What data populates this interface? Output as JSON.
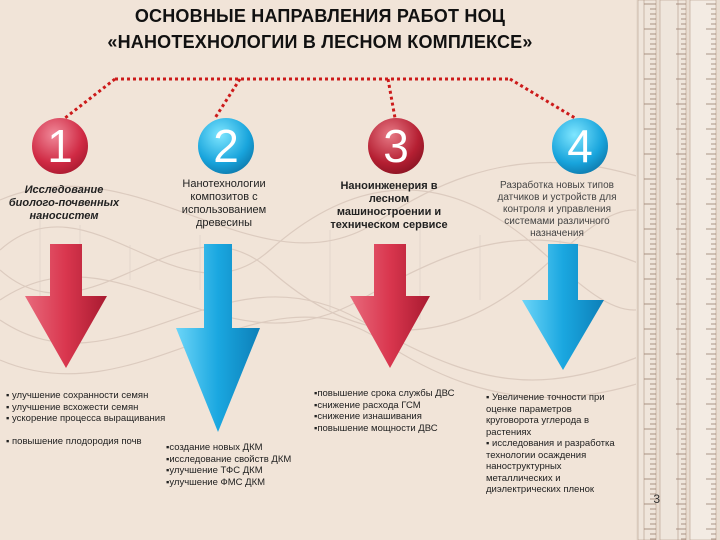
{
  "title": {
    "line1": "ОСНОВНЫЕ НАПРАВЛЕНИЯ РАБОТ НОЦ",
    "line2": "«НАНОТЕХНОЛОГИИ В ЛЕСНОМ КОМПЛЕКСЕ»"
  },
  "directions": [
    {
      "number": "1",
      "label": "Исследование биолого-почвенных наносистем",
      "items": [
        "улучшение сохранности семян",
        "улучшение всхожести семян",
        "ускорение процесса выращивания",
        "повышение плодородия почв"
      ]
    },
    {
      "number": "2",
      "label": "Нанотехнологии композитов с использованием древесины",
      "items": [
        "создание новых ДКМ",
        "исследование свойств ДКМ",
        "улучшение ТФС ДКМ",
        "улучшение ФМС ДКМ"
      ]
    },
    {
      "number": "3",
      "label": "Наноинженерия в лесном машиностроении и техническом сервисе",
      "items": [
        "повышение срока службы ДВС",
        "снижение расхода ГСМ",
        "снижение изнашивания",
        "повышение мощности ДВС"
      ]
    },
    {
      "number": "4",
      "label": "Разработка новых типов датчиков и устройств для контроля и управления системами различного назначения",
      "items": [
        "Увеличение точности при оценке параметров круговорота углерода в растениях",
        "исследования и разработка технологии осаждения наноструктурных металлических и диэлектрических пленок"
      ]
    }
  ],
  "page_number": "3",
  "colors": {
    "red": "#d9364e",
    "blue": "#1aa7e0",
    "dots": "#cc1a1a",
    "bg": "#f1e4d8"
  }
}
